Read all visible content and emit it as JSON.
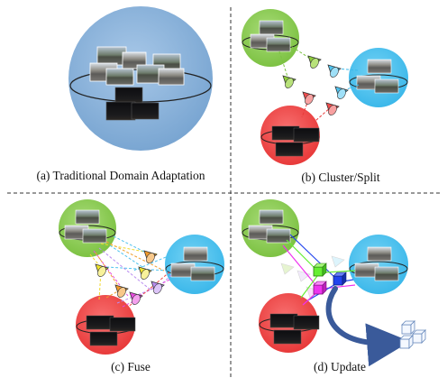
{
  "captions": {
    "a": "(a) Traditional Domain Adaptation",
    "b": "(b) Cluster/Split",
    "c": "(c) Fuse",
    "d": "(d) Update"
  },
  "colors": {
    "domain_blue_big": "#8db3d9",
    "domain_green": "#8fcf5a",
    "domain_cyan": "#4fc3ef",
    "domain_red": "#f24b4b",
    "proto_green": "#8fcf3a",
    "proto_cyan": "#4fc3ef",
    "proto_red": "#f24b4b",
    "proto_yellow": "#f2e62a",
    "proto_orange": "#f29a2a",
    "proto_purple": "#b98cf0",
    "proto_magenta": "#e84be0",
    "cube_green": "#66ee33",
    "cube_magenta": "#ee33ee",
    "cube_blue": "#2244ee",
    "arrow_navy": "#3a5a9a",
    "divider": "#333333"
  },
  "icons": [
    "prototype-cone-icon",
    "cube-icon",
    "curved-arrow-icon",
    "cube-stack-icon"
  ]
}
